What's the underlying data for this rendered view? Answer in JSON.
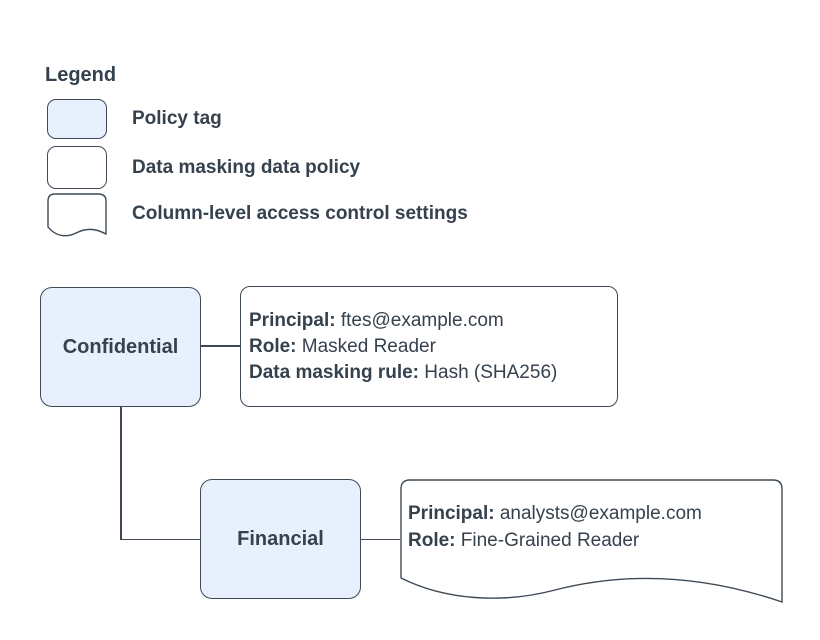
{
  "colors": {
    "policy_tag_fill": "#E8F0FE",
    "white_fill": "#FFFFFF",
    "line": "#3F4A57",
    "text": "#36414E",
    "background": "#FFFFFF"
  },
  "legend": {
    "title": "Legend",
    "items": [
      {
        "shape": "policy-tag",
        "label": "Policy tag"
      },
      {
        "shape": "data-masking-policy",
        "label": "Data masking data policy"
      },
      {
        "shape": "document",
        "label": "Column-level access control settings"
      }
    ]
  },
  "nodes": {
    "confidential": {
      "label": "Confidential",
      "type": "policy-tag"
    },
    "financial": {
      "label": "Financial",
      "type": "policy-tag"
    },
    "masking_policy": {
      "type": "data-masking-policy",
      "fields": [
        {
          "label": "Principal:",
          "value": "ftes@example.com"
        },
        {
          "label": "Role:",
          "value": "Masked Reader"
        },
        {
          "label": "Data masking rule:",
          "value": "Hash (SHA256)"
        }
      ]
    },
    "access_settings": {
      "type": "column-level-access-control-settings",
      "fields": [
        {
          "label": "Principal:",
          "value": "analysts@example.com"
        },
        {
          "label": "Role:",
          "value": "Fine-Grained Reader"
        }
      ]
    }
  },
  "edges": [
    {
      "from": "confidential",
      "to": "masking_policy"
    },
    {
      "from": "confidential",
      "to": "financial"
    },
    {
      "from": "financial",
      "to": "access_settings"
    }
  ]
}
